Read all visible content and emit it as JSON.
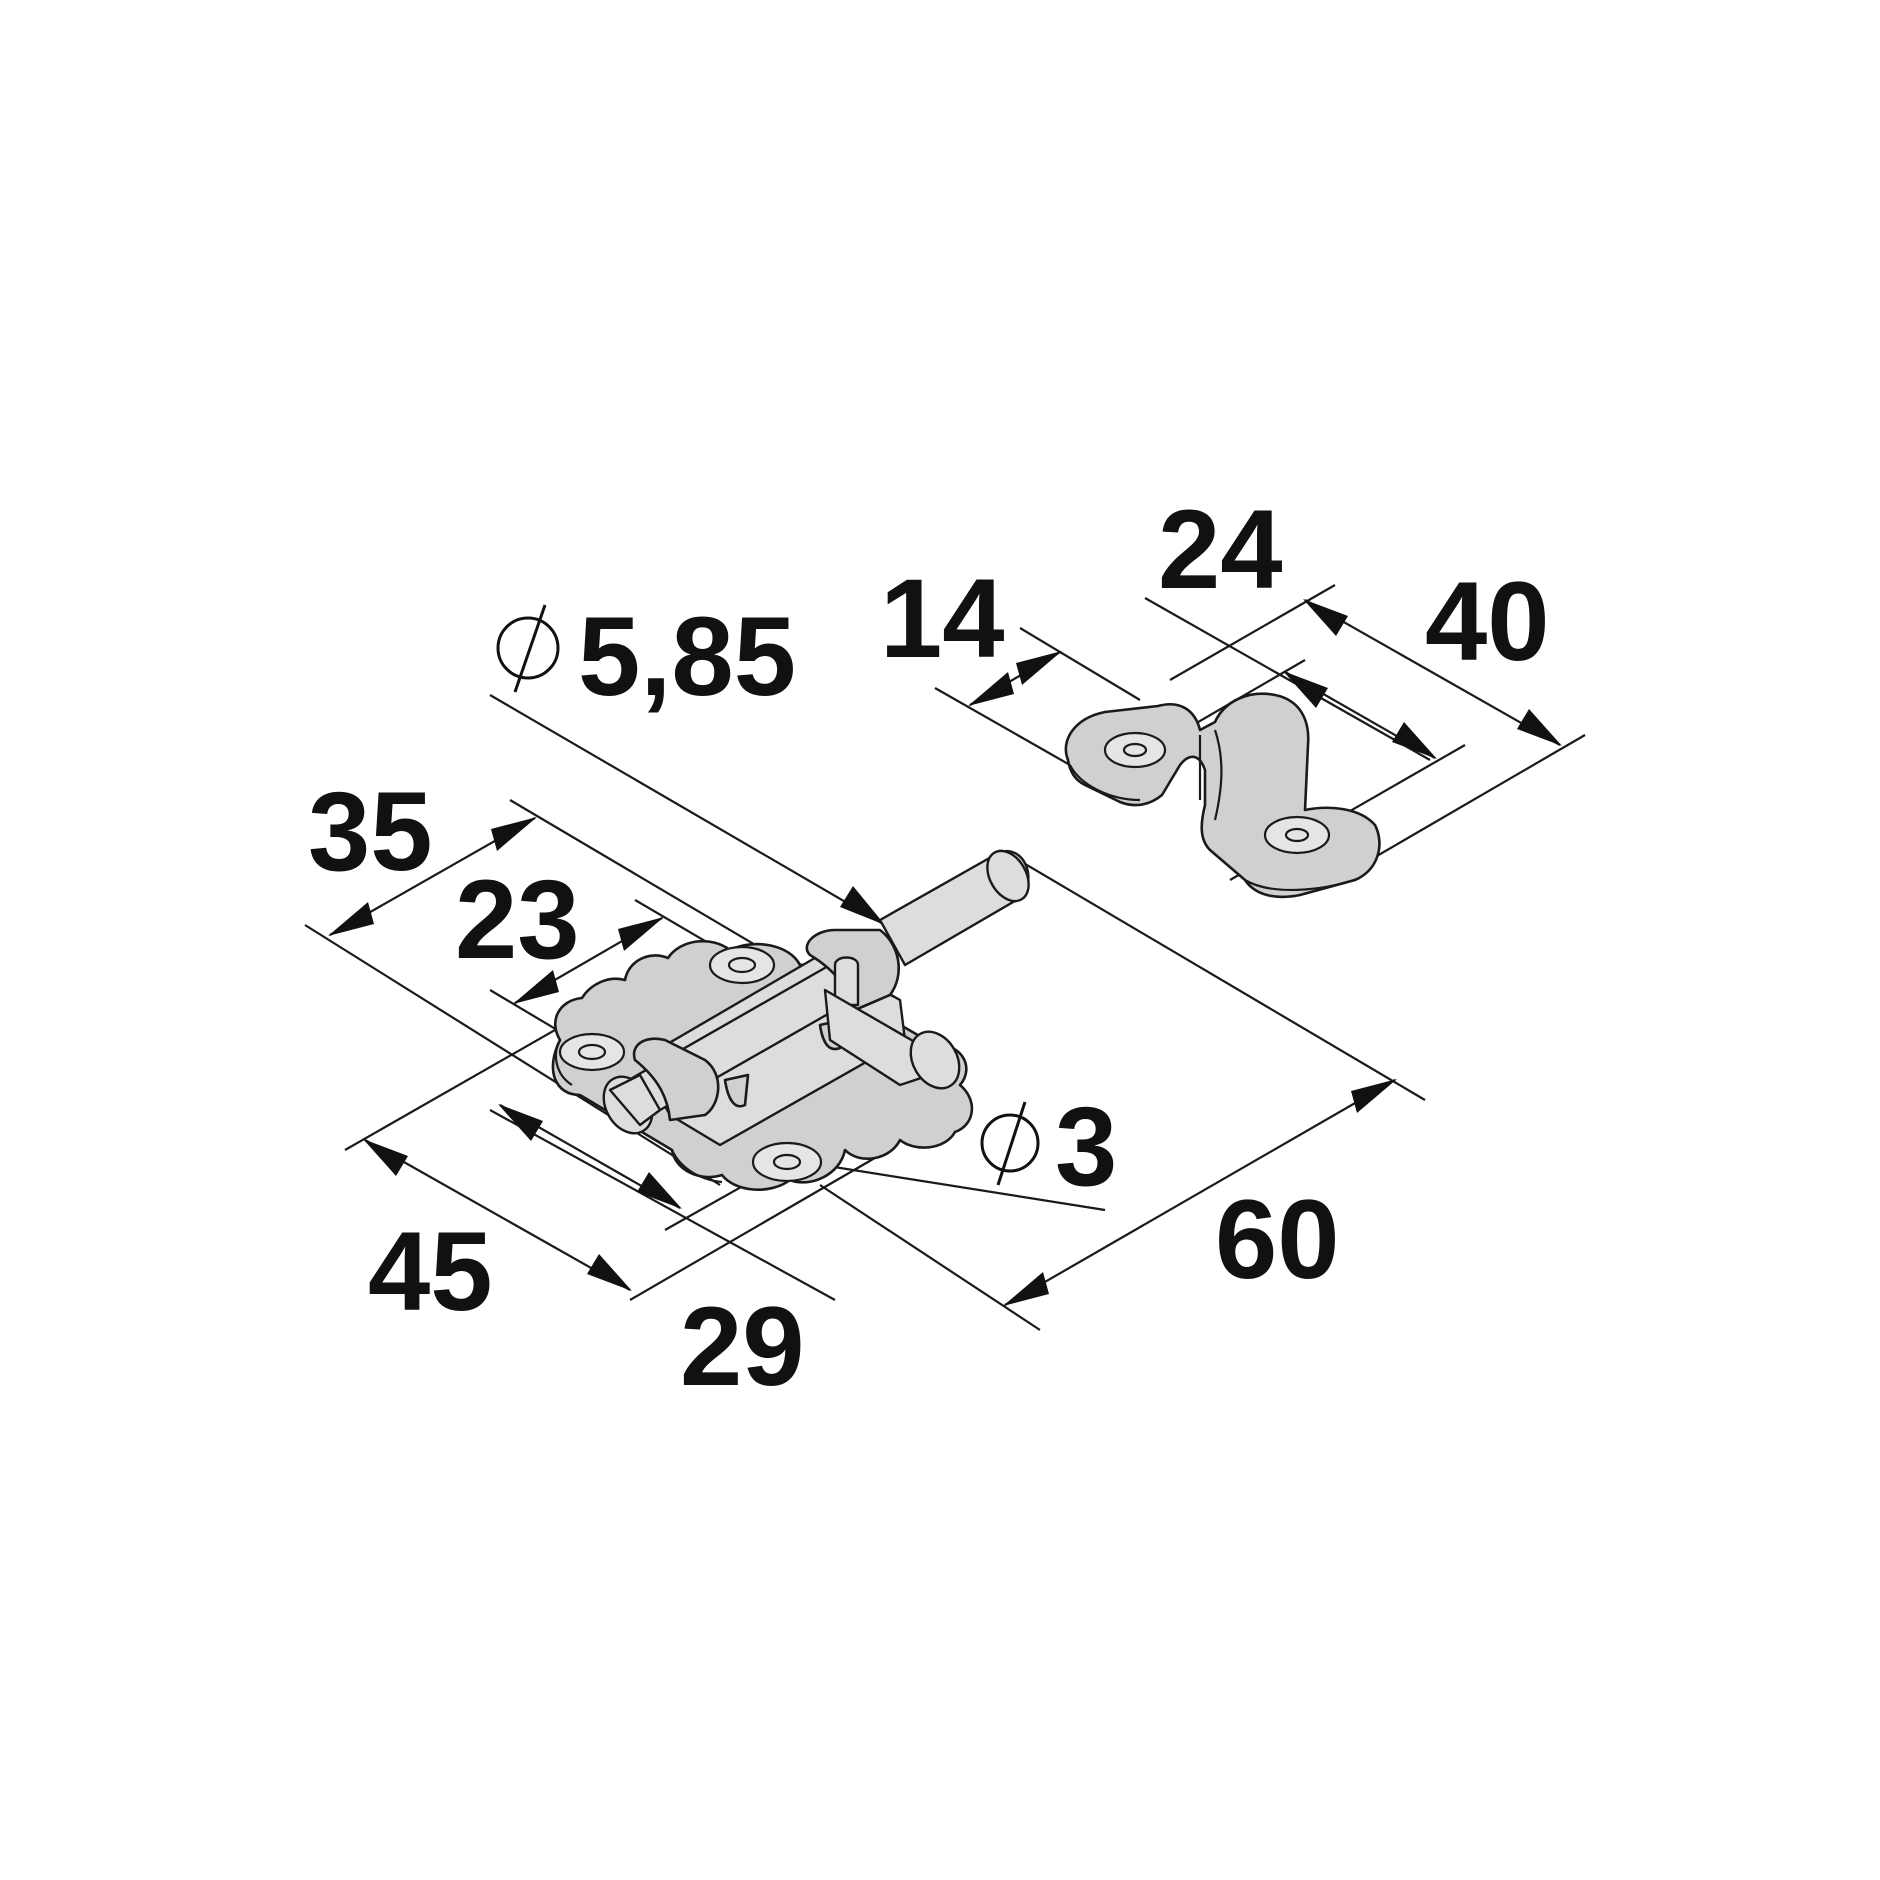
{
  "dimensions": {
    "d35": "35",
    "d23": "23",
    "d45": "45",
    "d29": "29",
    "d60": "60",
    "d14": "14",
    "d24": "24",
    "d40": "40",
    "dia585": "5,85",
    "dia3": "3"
  },
  "colors": {
    "part_fill": "#cfd0d1",
    "line": "#1a1a1a",
    "text": "#111111"
  }
}
